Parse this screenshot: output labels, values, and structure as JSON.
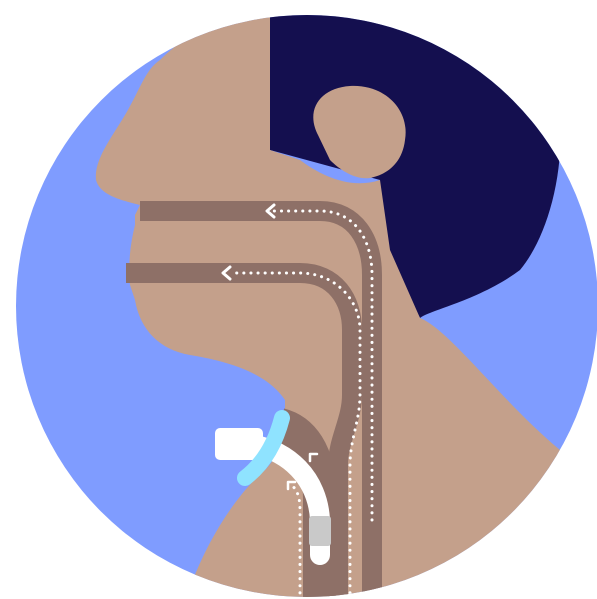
{
  "illustration": {
    "subject": "tracheostomy-airway-diagram",
    "colors": {
      "background_circle": "#7F9CFF",
      "skin": "#C4A08B",
      "hair": "#140F4F",
      "airway": "#8E7067",
      "airflow_arrows": "#FFFFFF",
      "trach_tube": "#FFFFFF",
      "trach_flange": "#8FE3FF",
      "trach_cuff": "#C9C9C9",
      "page_background": "#FFFFFF"
    },
    "icons": {
      "nasal_airflow": "arrow-left-dotted",
      "oral_airflow": "arrow-left-dotted",
      "trach_airflow": "arrow-up-dotted"
    }
  }
}
